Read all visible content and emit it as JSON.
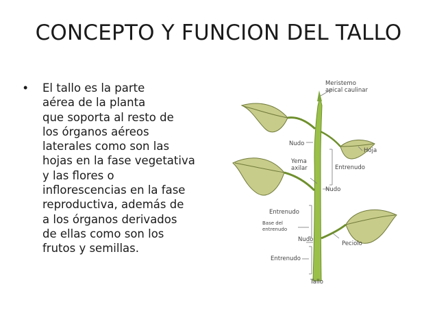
{
  "slide": {
    "title": "CONCEPTO Y FUNCION DEL TALLO",
    "bullet_symbol": "•",
    "bullet_lines": [
      "El tallo es la parte",
      "aérea de la planta",
      "que soporta al resto de",
      "los órganos aéreos",
      "laterales como son las",
      "hojas en la fase vegetativa",
      "y las flores o",
      "inflorescencias en la fase",
      "reproductiva, además de",
      "a los órganos derivados",
      "de ellas como son los",
      "frutos y semillas."
    ]
  },
  "diagram_labels": {
    "meristem_line1": "Meristemo",
    "meristem_line2": "apical caulinar",
    "node_top": "Nudo",
    "leaf": "Hoja",
    "bud_line1": "Yema",
    "bud_line2": "axilar",
    "internode_right": "Entrenudo",
    "node_middle": "Nudo",
    "internode_left": "Entrenudo",
    "internode_base_line1": "Base del",
    "internode_base_line2": "entrenudo",
    "node_lower": "Nudo",
    "petiole": "Peciolo",
    "internode_lower": "Entrenudo",
    "stem": "Tallo"
  },
  "colors": {
    "stem": "#9bc04a",
    "leaf_fill": "#c8cc8a",
    "leaf_vein": "#6f7a3a",
    "label_line": "#777777"
  }
}
